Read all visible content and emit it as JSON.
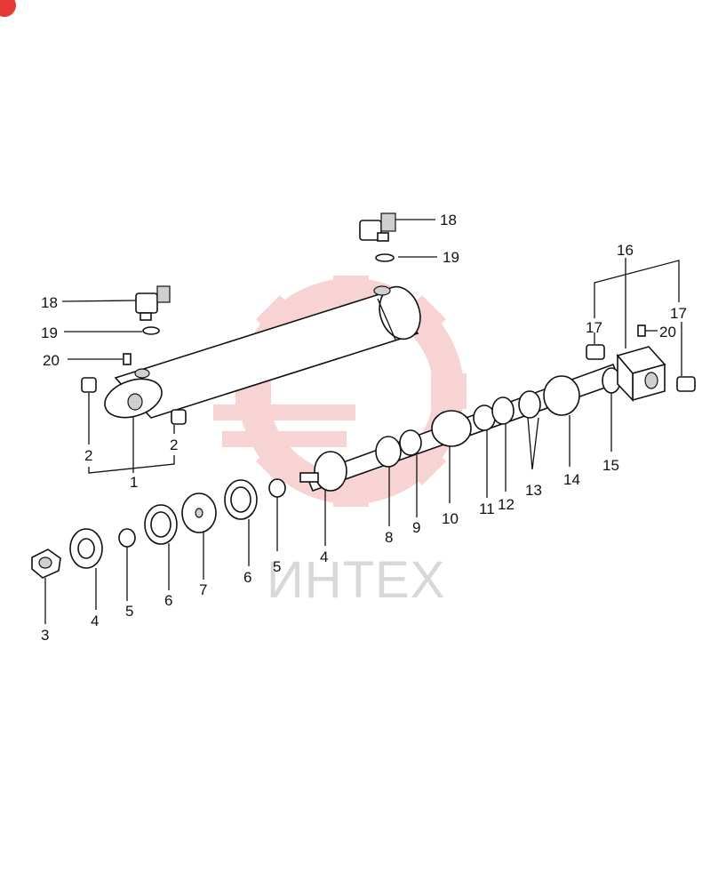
{
  "watermark": {
    "text": "ИНТЕХ",
    "logo": "gear-logo-icon",
    "color": "#f2b8b8"
  },
  "corner_badge": {
    "icon": "red-badge-icon",
    "color": "#e53935"
  },
  "labels": {
    "p1": "1",
    "p2a": "2",
    "p2b": "2",
    "p3": "3",
    "p4a": "4",
    "p4b": "4",
    "p5a": "5",
    "p5b": "5",
    "p6a": "6",
    "p6b": "6",
    "p7": "7",
    "p8": "8",
    "p9": "9",
    "p10": "10",
    "p11": "11",
    "p12": "12",
    "p13": "13",
    "p14": "14",
    "p15": "15",
    "p16": "16",
    "p17a": "17",
    "p17b": "17",
    "p18a": "18",
    "p18b": "18",
    "p19a": "19",
    "p19b": "19",
    "p20a": "20",
    "p20b": "20"
  }
}
